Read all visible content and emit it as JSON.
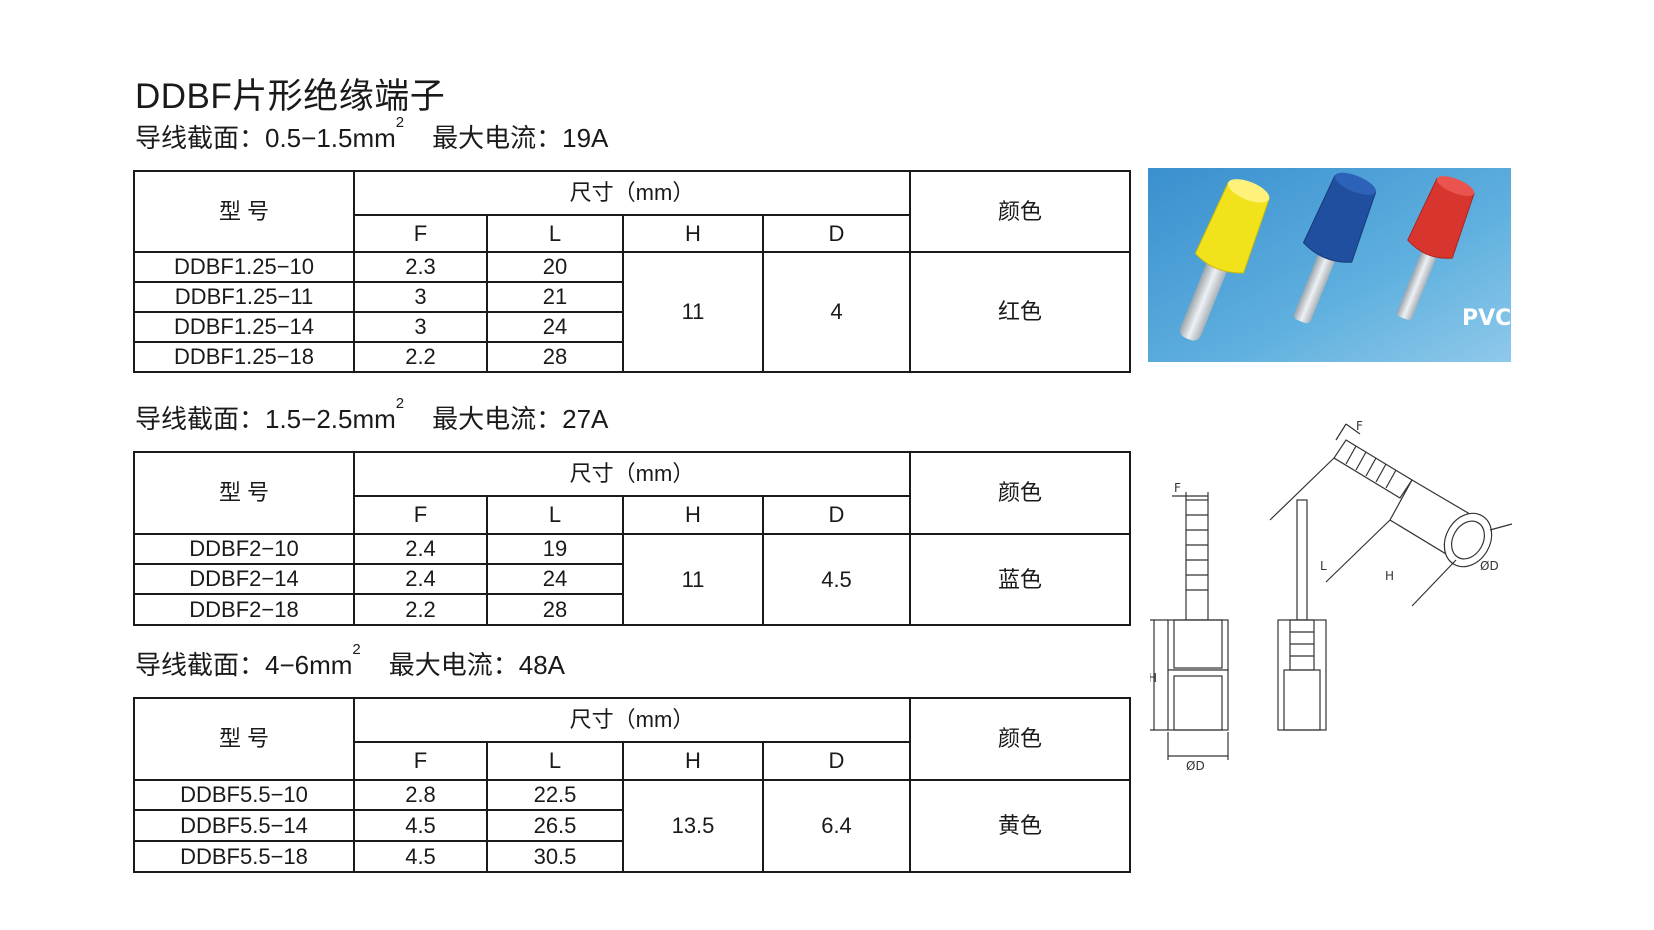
{
  "title": "DDBF片形绝缘端子",
  "headers": {
    "model": "型  号",
    "size": "尺寸（mm）",
    "color": "颜色",
    "F": "F",
    "L": "L",
    "H": "H",
    "D": "D"
  },
  "sections": [
    {
      "spec_prefix": "导线截面：0.5−1.5mm",
      "spec_sup": "2",
      "current": "最大电流：19A",
      "rows": [
        {
          "model": "DDBF1.25−10",
          "F": "2.3",
          "L": "20"
        },
        {
          "model": "DDBF1.25−11",
          "F": "3",
          "L": "21"
        },
        {
          "model": "DDBF1.25−14",
          "F": "3",
          "L": "24"
        },
        {
          "model": "DDBF1.25−18",
          "F": "2.2",
          "L": "28"
        }
      ],
      "H": "11",
      "D": "4",
      "color": "红色"
    },
    {
      "spec_prefix": "导线截面：1.5−2.5mm",
      "spec_sup": "2",
      "current": "最大电流：27A",
      "rows": [
        {
          "model": "DDBF2−10",
          "F": "2.4",
          "L": "19"
        },
        {
          "model": "DDBF2−14",
          "F": "2.4",
          "L": "24"
        },
        {
          "model": "DDBF2−18",
          "F": "2.2",
          "L": "28"
        }
      ],
      "H": "11",
      "D": "4.5",
      "color": "蓝色"
    },
    {
      "spec_prefix": "导线截面：4−6mm",
      "spec_sup": "2",
      "current": "最大电流：48A",
      "rows": [
        {
          "model": "DDBF5.5−10",
          "F": "2.8",
          "L": "22.5"
        },
        {
          "model": "DDBF5.5−14",
          "F": "4.5",
          "L": "26.5"
        },
        {
          "model": "DDBF5.5−18",
          "F": "4.5",
          "L": "30.5"
        }
      ],
      "H": "13.5",
      "D": "6.4",
      "color": "黄色"
    }
  ],
  "photo": {
    "label": "PVC",
    "colors": {
      "background": "#4a9fd6",
      "yellow": "#f2e21c",
      "blue": "#1f4f9e",
      "red": "#d8352e"
    }
  },
  "drawing": {
    "label_F": "F",
    "label_H": "H",
    "label_D": "ØD",
    "label_L": "L"
  }
}
